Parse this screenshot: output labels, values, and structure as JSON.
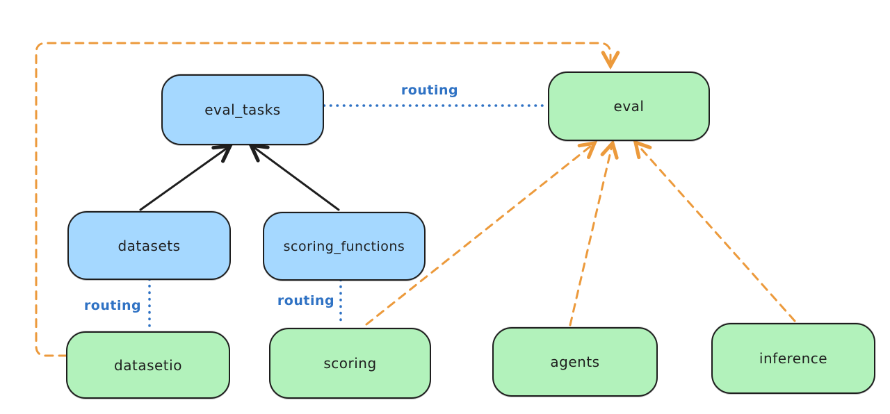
{
  "diagram": {
    "background": "#ffffff",
    "nodes": [
      {
        "id": "eval_tasks",
        "label": "eval_tasks",
        "kind": "resource",
        "fill": "#a5d8ff"
      },
      {
        "id": "eval",
        "label": "eval",
        "kind": "api",
        "fill": "#b2f2bb"
      },
      {
        "id": "datasets",
        "label": "datasets",
        "kind": "resource",
        "fill": "#a5d8ff"
      },
      {
        "id": "scoring_functions",
        "label": "scoring_functions",
        "kind": "resource",
        "fill": "#a5d8ff"
      },
      {
        "id": "datasetio",
        "label": "datasetio",
        "kind": "api",
        "fill": "#b2f2bb"
      },
      {
        "id": "scoring",
        "label": "scoring",
        "kind": "api",
        "fill": "#b2f2bb"
      },
      {
        "id": "agents",
        "label": "agents",
        "kind": "api",
        "fill": "#b2f2bb"
      },
      {
        "id": "inference",
        "label": "inference",
        "kind": "api",
        "fill": "#b2f2bb"
      }
    ],
    "edges": [
      {
        "from": "datasets",
        "to": "eval_tasks",
        "style": "solid-black-arrow",
        "label": ""
      },
      {
        "from": "scoring_functions",
        "to": "eval_tasks",
        "style": "solid-black-arrow",
        "label": ""
      },
      {
        "from": "eval_tasks",
        "to": "eval",
        "style": "dotted-blue",
        "label": "routing"
      },
      {
        "from": "datasets",
        "to": "datasetio",
        "style": "dotted-blue",
        "label": "routing"
      },
      {
        "from": "scoring_functions",
        "to": "scoring",
        "style": "dotted-blue",
        "label": "routing"
      },
      {
        "from": "datasetio",
        "to": "eval",
        "style": "dashed-orange-arrow",
        "label": ""
      },
      {
        "from": "scoring",
        "to": "eval",
        "style": "dashed-orange-arrow",
        "label": ""
      },
      {
        "from": "agents",
        "to": "eval",
        "style": "dashed-orange-arrow",
        "label": ""
      },
      {
        "from": "inference",
        "to": "eval",
        "style": "dashed-orange-arrow",
        "label": ""
      }
    ],
    "colors": {
      "resource_fill": "#a5d8ff",
      "api_fill": "#b2f2bb",
      "node_stroke": "#1e1e1e",
      "black_arrow": "#1e1e1e",
      "routing_blue": "#2f72c4",
      "orange_dashed": "#ec9a3c"
    }
  }
}
